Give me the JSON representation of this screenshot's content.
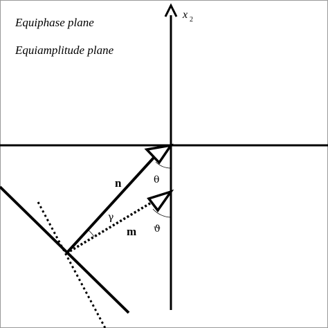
{
  "legend": {
    "line1": "Equiphase plane",
    "line2": "Equiamplitude plane"
  },
  "axes": {
    "vertical_label_main": "x",
    "vertical_label_sub": "2"
  },
  "vectors": {
    "n_label": "n",
    "m_label": "m"
  },
  "angles": {
    "theta": "θ",
    "vartheta": "ϑ",
    "gamma": "γ"
  },
  "colors": {
    "ink": "#000000",
    "background": "#ffffff"
  }
}
